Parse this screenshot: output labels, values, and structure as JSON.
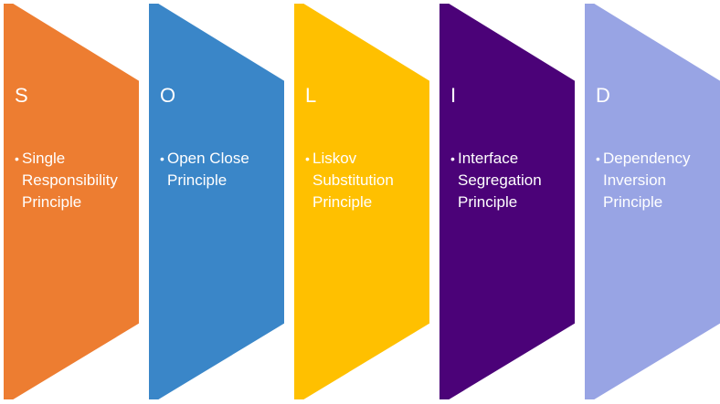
{
  "colors": {
    "background": "#ffffff",
    "text": "#ffffff"
  },
  "panels": [
    {
      "letter": "S",
      "bullet": "•",
      "text": "Single Responsibility Principle",
      "color": "#ed7d31"
    },
    {
      "letter": "O",
      "bullet": "•",
      "text": "Open Close Principle",
      "color": "#3a86c8"
    },
    {
      "letter": "L",
      "bullet": "•",
      "text": "Liskov Substitution Principle",
      "color": "#ffc000"
    },
    {
      "letter": "I",
      "bullet": "•",
      "text": "Interface Segregation Principle",
      "color": "#4b0278"
    },
    {
      "letter": "D",
      "bullet": "•",
      "text": "Dependency Inversion Principle",
      "color": "#98a4e4"
    }
  ]
}
